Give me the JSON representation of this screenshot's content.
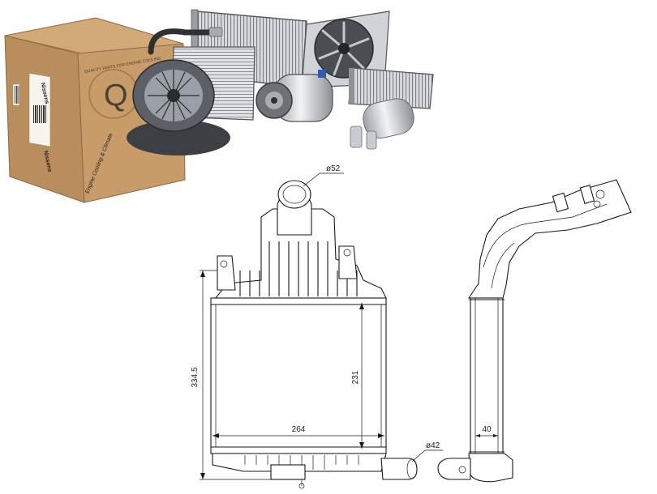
{
  "box": {
    "brand_front": "Nissens",
    "brand_side": "Nissens",
    "side_text": "Engine Cooling & Climate",
    "circle_text": "QUALITY PARTS FOR ENGINE COOLING"
  },
  "drawing": {
    "labels": {
      "inlet_diameter": "ø52",
      "outlet_diameter": "ø42",
      "total_height": "334.5",
      "core_height": "231",
      "core_width": "264",
      "core_depth": "40"
    },
    "core_fin_count": 13
  },
  "colors": {
    "cardboard": "#b4895a",
    "cardboard_dark": "#8f6a40",
    "metal": "#b9bcc0",
    "metal_dark": "#5b5e63",
    "line": "#1a1a1a"
  }
}
